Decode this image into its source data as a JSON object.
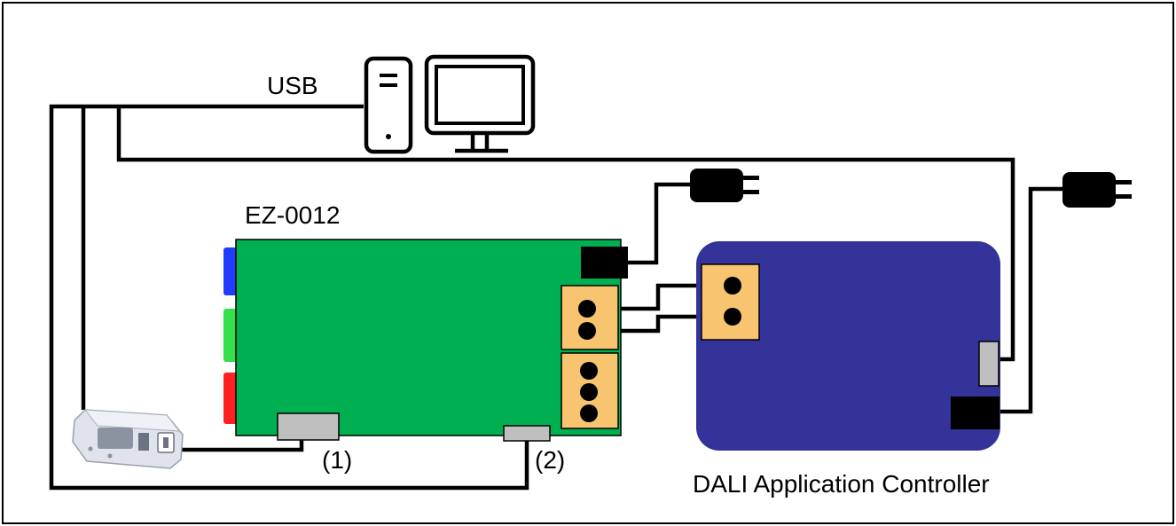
{
  "labels": {
    "usb": "USB",
    "board": "EZ-0012",
    "port1": "(1)",
    "port2": "(2)",
    "controller": "DALI Application Controller"
  },
  "colors": {
    "frame": "#000000",
    "board_green": "#00b050",
    "controller_blue": "#333399",
    "terminal_orange": "#f8c470",
    "connector_gray": "#bfbfbf",
    "led_blue": "#1f3cff",
    "led_green": "#33e04a",
    "led_red": "#ff2020",
    "wire": "#000000"
  },
  "icons": {
    "computer": "desktop-computer-icon",
    "plug": "power-plug-icon",
    "debugger": "usb-debug-probe-icon"
  }
}
